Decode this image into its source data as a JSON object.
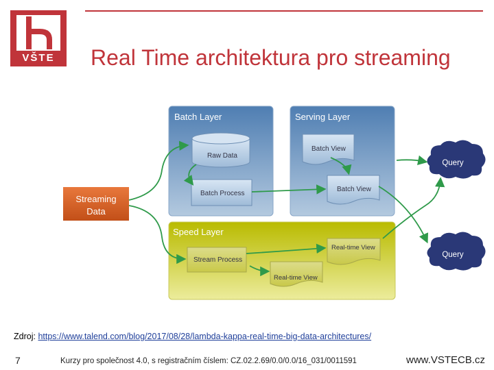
{
  "header": {
    "logo_text": "VŠTE",
    "title": "Real Time architektura pro streaming"
  },
  "diagram": {
    "batch_layer": "Batch Layer",
    "serving_layer": "Serving Layer",
    "speed_layer": "Speed Layer",
    "raw_data": "Raw Data",
    "batch_process": "Batch Process",
    "batch_view_1": "Batch View",
    "batch_view_2": "Batch View",
    "stream_process": "Stream Process",
    "realtime_view_1": "Real-time View",
    "realtime_view_2": "Real-time View",
    "streaming_data_line1": "Streaming",
    "streaming_data_line2": "Data",
    "query_1": "Query",
    "query_2": "Query"
  },
  "source": {
    "label": "Zdroj:",
    "url": "https://www.talend.com/blog/2017/08/28/lambda-kappa-real-time-big-data-architectures/"
  },
  "footer": {
    "page_number": "7",
    "text": "Kurzy pro společnost 4.0, s registračním číslem: CZ.02.2.69/0.0/0.0/16_031/0011591",
    "url": "www.VSTECB.cz"
  },
  "colors": {
    "brand_red": "#c0343a",
    "layer_blue": "#5b87b8",
    "speed_yellow": "#c2c400",
    "streaming_orange": "#e0622a",
    "query_navy": "#2a3877"
  }
}
